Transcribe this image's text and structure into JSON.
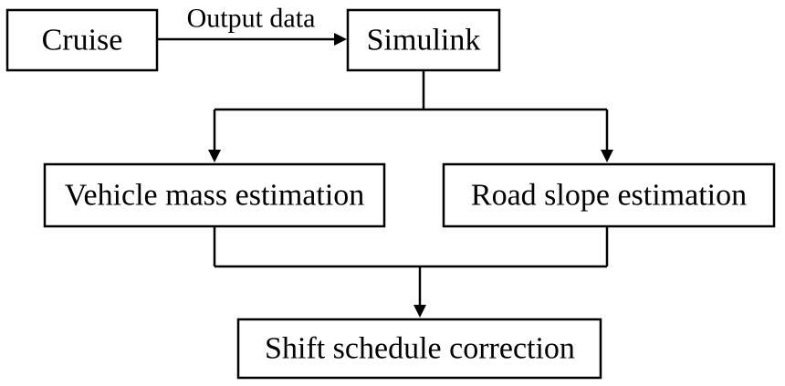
{
  "nodes": {
    "cruise": {
      "label": "Cruise"
    },
    "simulink": {
      "label": "Simulink"
    },
    "vehicle_mass": {
      "label": "Vehicle mass estimation"
    },
    "road_slope": {
      "label": "Road slope estimation"
    },
    "shift_schedule": {
      "label": "Shift schedule correction"
    }
  },
  "edges": {
    "cruise_to_simulink": {
      "label": "Output data"
    }
  }
}
